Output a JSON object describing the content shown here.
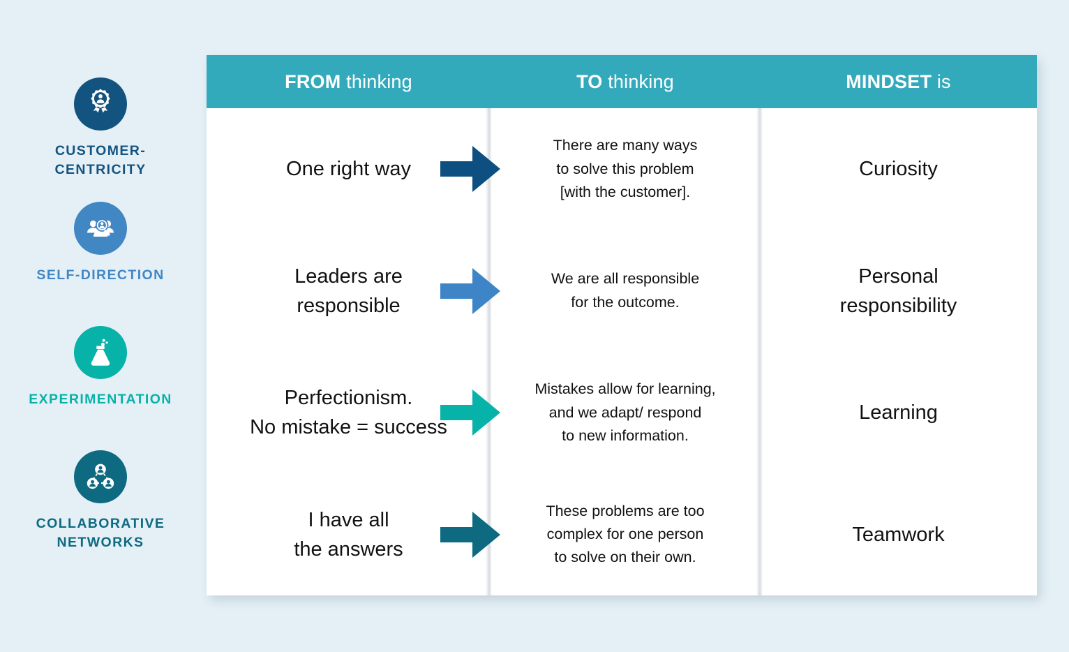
{
  "colors": {
    "page_background": "#e5f0f6",
    "header_teal": "#33aabb",
    "panel_background": "#ffffff",
    "text_dark": "#111111"
  },
  "sidebar": {
    "pillars": [
      {
        "label": "CUSTOMER-\nCENTRICITY",
        "icon": "award-ribbon-person-icon",
        "color": "#13537f",
        "text_color": "#13537f"
      },
      {
        "label": "SELF-DIRECTION",
        "icon": "people-magnifier-icon",
        "color": "#4187c4",
        "text_color": "#4187c4"
      },
      {
        "label": "EXPERIMENTATION",
        "icon": "flask-bubbles-icon",
        "color": "#07b2a8",
        "text_color": "#07b2a8"
      },
      {
        "label": "COLLABORATIVE\nNETWORKS",
        "icon": "network-people-icon",
        "color": "#0e6a80",
        "text_color": "#0e6a80"
      }
    ]
  },
  "table": {
    "headers": {
      "from": {
        "strong": "FROM",
        "light": "thinking"
      },
      "to": {
        "strong": "TO",
        "light": "thinking"
      },
      "mindset": {
        "strong": "MINDSET",
        "light": "is"
      }
    },
    "rows": [
      {
        "from": "One right way",
        "to": "There are many ways\nto solve this problem\n[with the customer].",
        "mindset": "Curiosity",
        "arrow_color": "#0d4f80",
        "arrow_name": "arrow-right-customer-centricity"
      },
      {
        "from": "Leaders are\nresponsible",
        "to": "We are all responsible\nfor the outcome.",
        "mindset": "Personal\nresponsibility",
        "arrow_color": "#3d85c6",
        "arrow_name": "arrow-right-self-direction"
      },
      {
        "from": "Perfectionism.\nNo mistake = success",
        "to": "Mistakes allow for learning,\nand we adapt/ respond\nto new information.",
        "mindset": "Learning",
        "arrow_color": "#07b2a8",
        "arrow_name": "arrow-right-experimentation"
      },
      {
        "from": "I have all\nthe answers",
        "to": "These problems are too\ncomplex for one person\nto solve on their own.",
        "mindset": "Teamwork",
        "arrow_color": "#0e6a80",
        "arrow_name": "arrow-right-collaborative-networks"
      }
    ]
  }
}
